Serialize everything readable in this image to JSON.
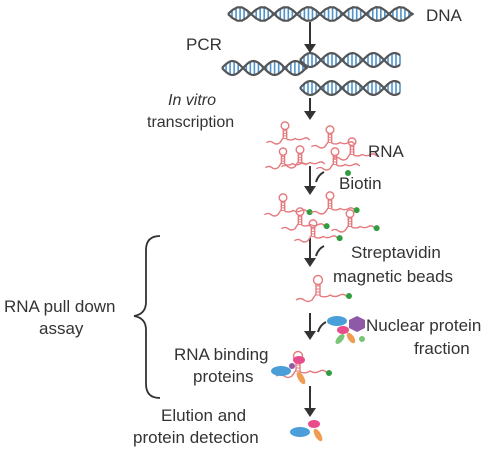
{
  "labels": {
    "dna": "DNA",
    "pcr": "PCR",
    "in_vitro": "In vitro",
    "transcription": "transcription",
    "rna": "RNA",
    "biotin": "Biotin",
    "streptavidin_line1": "Streptavidin",
    "streptavidin_line2": "magnetic beads",
    "pulldown_line1": "RNA pull down",
    "pulldown_line2": "assay",
    "nuclear_line1": "Nuclear protein",
    "nuclear_line2": "fraction",
    "rbp_line1": "RNA binding",
    "rbp_line2": "proteins",
    "elution_line1": "Elution and",
    "elution_line2": "protein detection"
  },
  "colors": {
    "dna_strand": "#2f7fc4",
    "dna_backbone": "#555555",
    "rna": "#e57a7e",
    "biotin": "#2f9e3f",
    "bead": "#f5c518",
    "protein_blue": "#4a9fd8",
    "protein_purple": "#8e5aa8",
    "protein_pink": "#e84c8b",
    "protein_orange": "#f19c55",
    "protein_green": "#7ac47a",
    "arrow": "#333333",
    "text": "#333333"
  }
}
